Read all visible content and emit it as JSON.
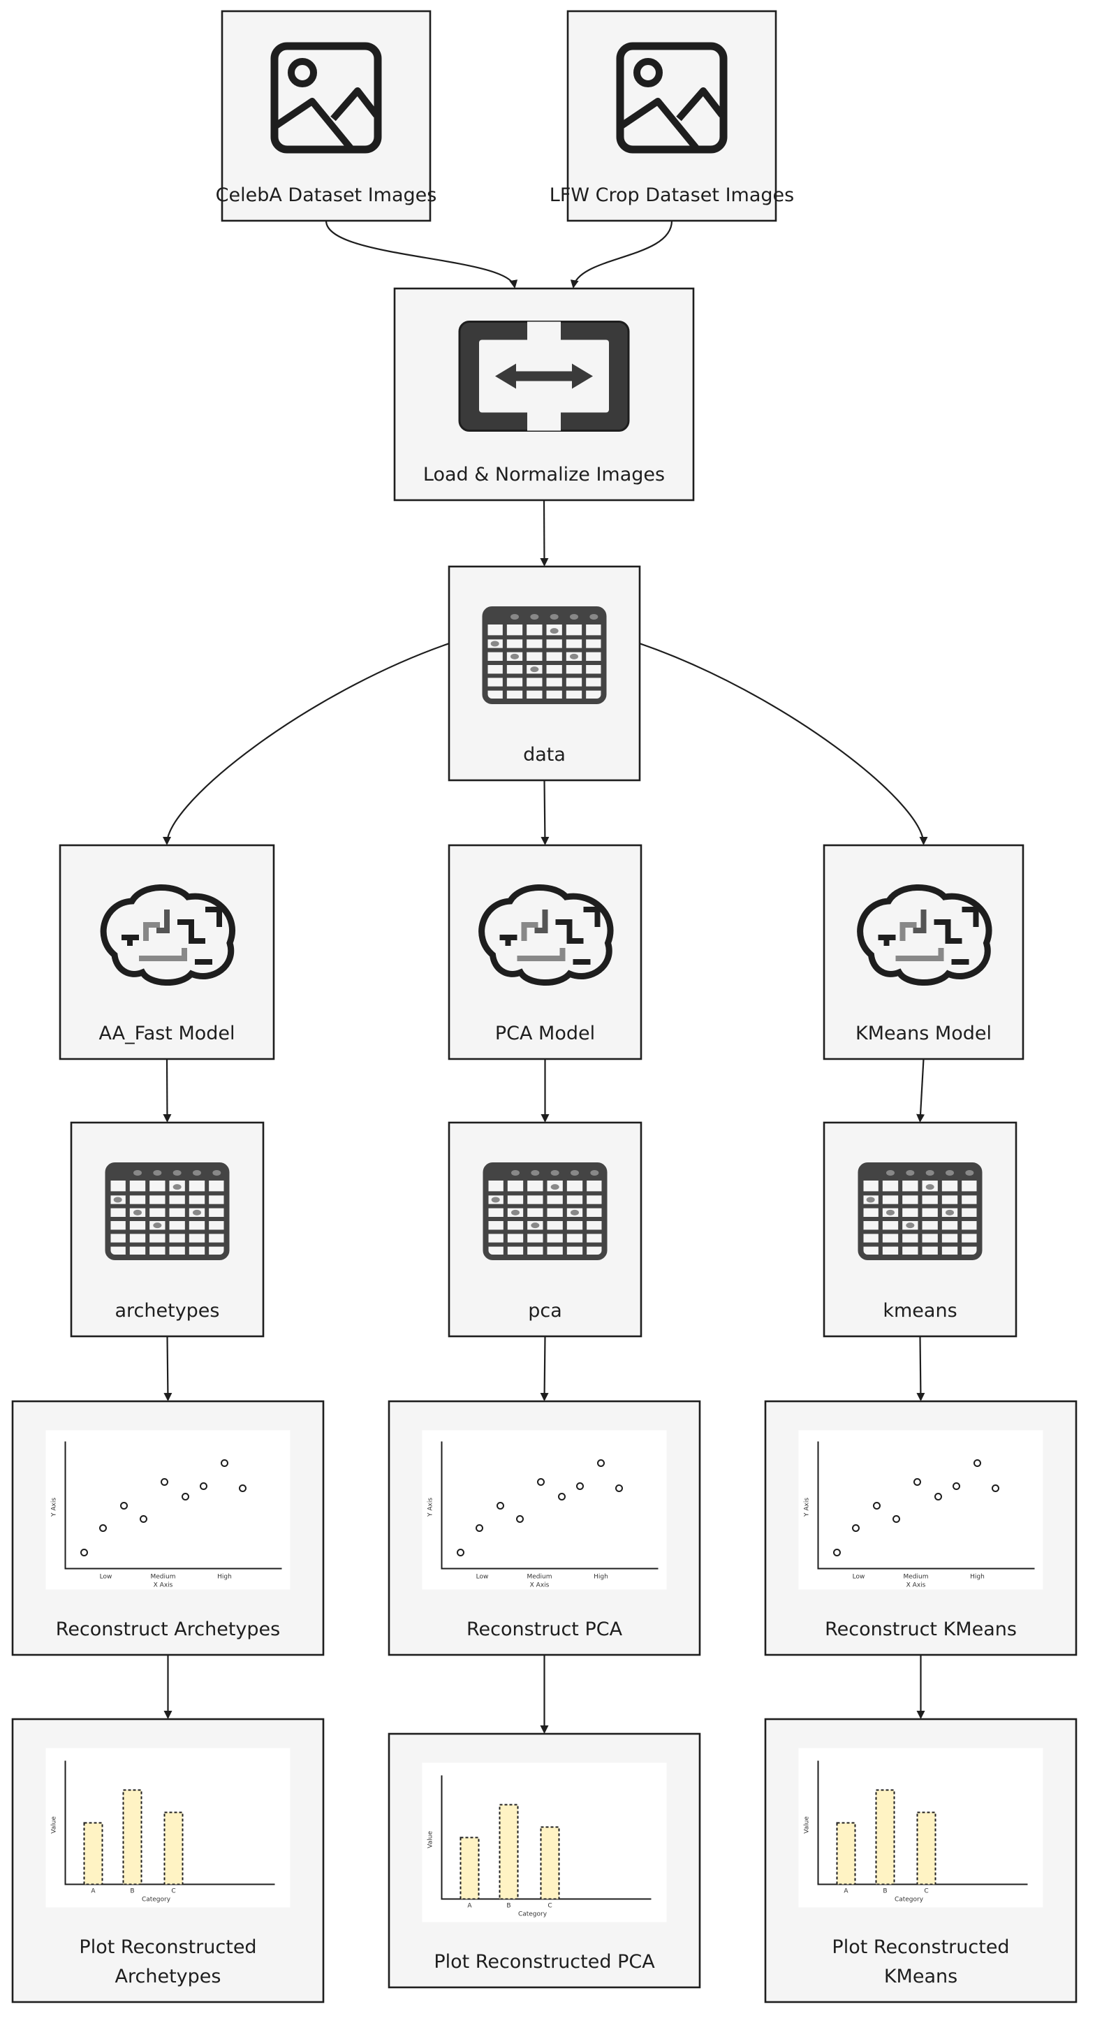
{
  "nodes": {
    "celeba": {
      "label": "CelebA Dataset Images",
      "icon": "image-icon"
    },
    "lfw": {
      "label": "LFW Crop Dataset Images",
      "icon": "image-icon"
    },
    "load": {
      "label": "Load & Normalize Images",
      "icon": "transfer-arrows-icon"
    },
    "data": {
      "label": "data",
      "icon": "table-icon"
    },
    "aa_model": {
      "label": "AA_Fast Model",
      "icon": "brain-icon"
    },
    "pca_model": {
      "label": "PCA Model",
      "icon": "brain-icon"
    },
    "km_model": {
      "label": "KMeans Model",
      "icon": "brain-icon"
    },
    "archetypes": {
      "label": "archetypes",
      "icon": "table-icon"
    },
    "pca": {
      "label": "pca",
      "icon": "table-icon"
    },
    "kmeans": {
      "label": "kmeans",
      "icon": "table-icon"
    },
    "rec_aa": {
      "label": "Reconstruct Archetypes",
      "icon": "scatter-chart-icon"
    },
    "rec_pca": {
      "label": "Reconstruct PCA",
      "icon": "scatter-chart-icon"
    },
    "rec_km": {
      "label": "Reconstruct KMeans",
      "icon": "scatter-chart-icon"
    },
    "plot_aa": {
      "label_lines": [
        "Plot Reconstructed",
        "Archetypes"
      ],
      "icon": "bar-chart-icon"
    },
    "plot_pca": {
      "label_lines": [
        "Plot Reconstructed PCA"
      ],
      "icon": "bar-chart-icon"
    },
    "plot_km": {
      "label_lines": [
        "Plot Reconstructed",
        "KMeans"
      ],
      "icon": "bar-chart-icon"
    }
  },
  "edges": [
    [
      "celeba",
      "load"
    ],
    [
      "lfw",
      "load"
    ],
    [
      "load",
      "data"
    ],
    [
      "data",
      "aa_model"
    ],
    [
      "data",
      "pca_model"
    ],
    [
      "data",
      "km_model"
    ],
    [
      "aa_model",
      "archetypes"
    ],
    [
      "pca_model",
      "pca"
    ],
    [
      "km_model",
      "kmeans"
    ],
    [
      "archetypes",
      "rec_aa"
    ],
    [
      "pca",
      "rec_pca"
    ],
    [
      "kmeans",
      "rec_km"
    ],
    [
      "rec_aa",
      "plot_aa"
    ],
    [
      "rec_pca",
      "plot_pca"
    ],
    [
      "rec_km",
      "plot_km"
    ]
  ],
  "scatter_icon": {
    "x_ticks": [
      "Low",
      "Medium",
      "High"
    ],
    "x_axis_label": "X Axis",
    "y_axis_label": "Y Axis"
  },
  "bar_icon": {
    "categories": [
      "A",
      "B",
      "C"
    ],
    "x_axis_label": "Category",
    "y_axis_label": "Value"
  },
  "colors": {
    "box_fill": "#f5f5f5",
    "stroke": "#1e1e1e",
    "bar_fill": "#fff3c4"
  }
}
